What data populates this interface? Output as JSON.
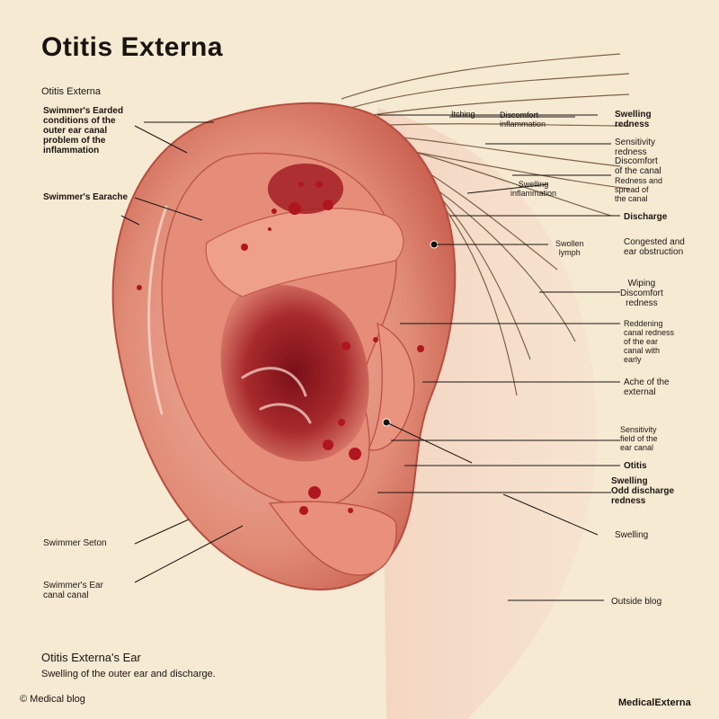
{
  "title": "Otitis Externa",
  "subtitle": "Otitis Externa",
  "colors": {
    "background": "#f6ead3",
    "skin": "#e89a86",
    "skin_dark": "#c8614f",
    "inflamed": "#a11d24",
    "hair": "#6b4a30"
  },
  "labels_left": {
    "l1": "Swimmer's Earded\nconditions of the\nouter ear canal\nproblem of the\ninflammation",
    "l2": "Swimmer's Earache",
    "l3": "Swimmer Seton",
    "l4": "Swimmer's Ear\ncanal canal"
  },
  "labels_right": {
    "r_top_mid": "Itching",
    "r_top_mid2": "Discomfort\ninflammation",
    "r1": "Swelling\nredness",
    "r2": "Sensitivity\nredness",
    "r3": "Discomfort\nof the canal",
    "r4": "Redness and\nspread of\nthe canal",
    "r5_mid": "Swelling\ninflammation",
    "r5": "Discharge",
    "r6_mid": "Swollen\nlymph",
    "r6": "Congested and\near obstruction",
    "r7": "Wiping\nDiscomfort\nredness",
    "r8": "Reddening\ncanal redness\nof the ear\ncanal with\nearly",
    "r9": "Ache of the\nexternal",
    "r10": "Sensitivity\nfield of the\near canal",
    "r11": "Otitis",
    "r12": "Swelling\nOdd discharge\nredness",
    "r13": "Swelling",
    "r14": "Outside blog"
  },
  "footer": {
    "title": "Otitis Externa's Ear",
    "text": "Swelling of the outer ear and discharge."
  },
  "credit_left": "© Medical blog",
  "credit_right": "MedicalExterna"
}
